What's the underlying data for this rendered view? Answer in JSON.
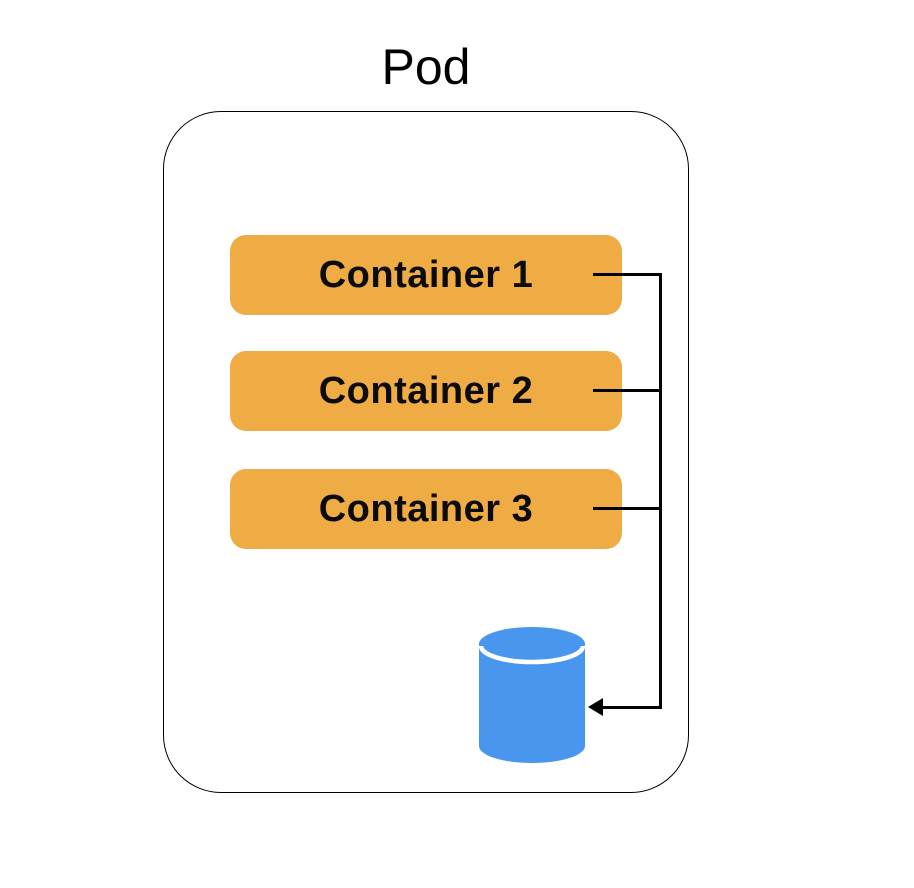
{
  "diagram": {
    "title": "Pod",
    "containers": [
      {
        "label": "Container 1"
      },
      {
        "label": "Container 2"
      },
      {
        "label": "Container 3"
      }
    ],
    "database": {
      "icon": "database-cylinder"
    },
    "colors": {
      "container_fill": "#F0AC44",
      "database_fill": "#4996EE",
      "connector_line": "#000000",
      "pod_border": "#000000",
      "background": "#FFFFFF"
    }
  }
}
